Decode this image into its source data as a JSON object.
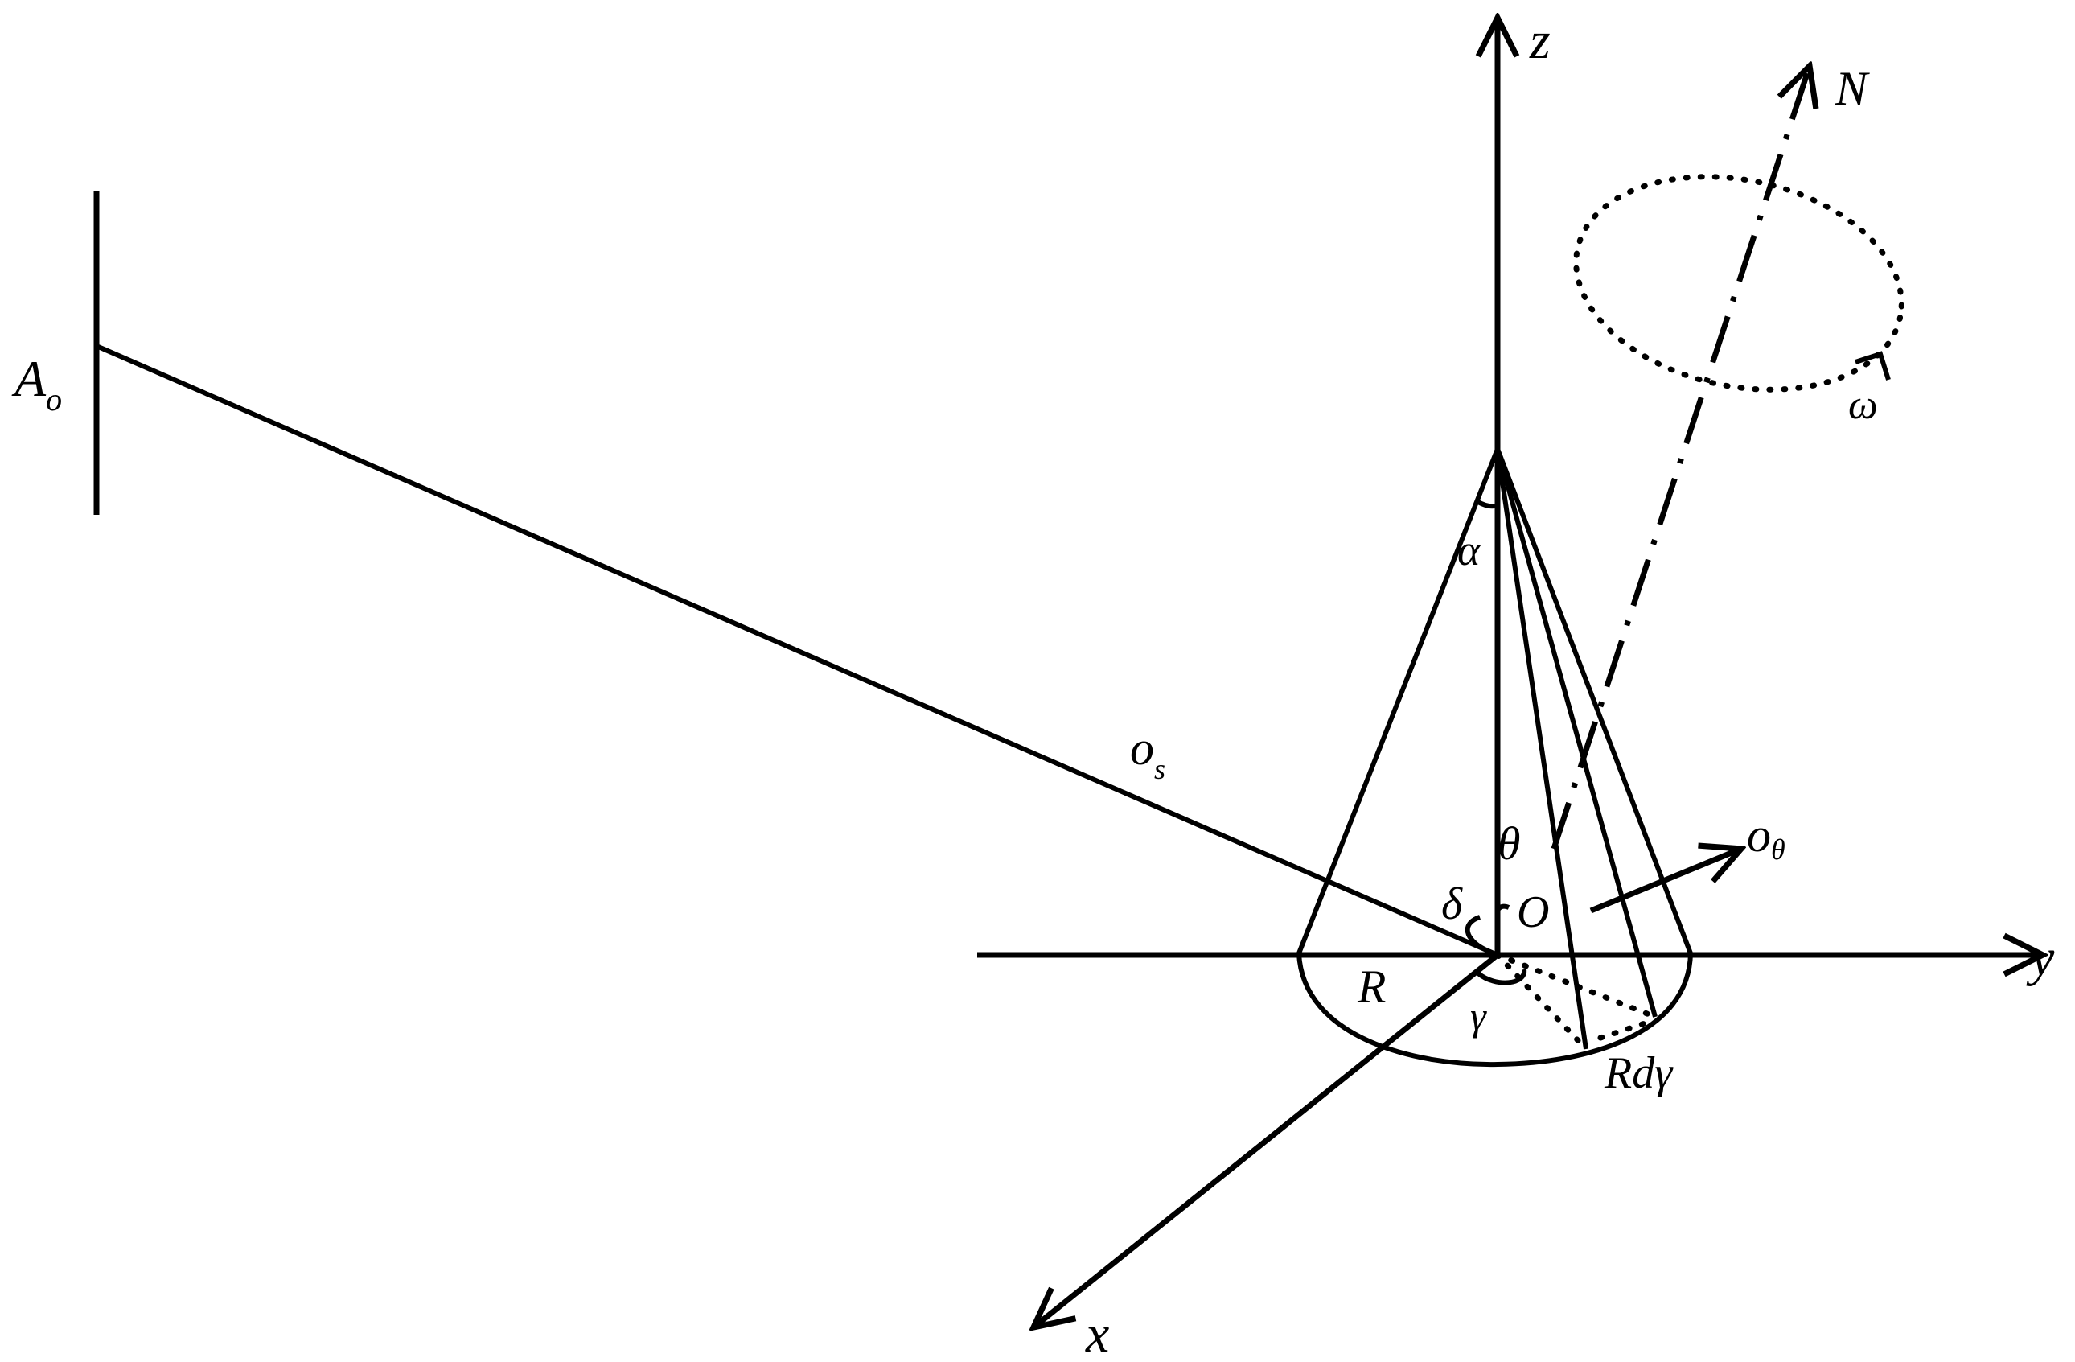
{
  "labels": {
    "z_axis": "z",
    "y_axis": "y",
    "x_axis": "x",
    "normal_axis": "N",
    "spin_rate": "ω",
    "observer": "A",
    "observer_sub": "o",
    "sight_line": "o",
    "sight_line_sub": "s",
    "half_angle": "α",
    "polar_angle": "θ",
    "origin": "O",
    "angle_delta": "δ",
    "radius": "R",
    "azimuth": "γ",
    "arc_element": "Rdγ",
    "view_dir": "o",
    "view_dir_sub": "θ"
  },
  "colors": {
    "ink": "#000000",
    "background": "#ffffff"
  }
}
